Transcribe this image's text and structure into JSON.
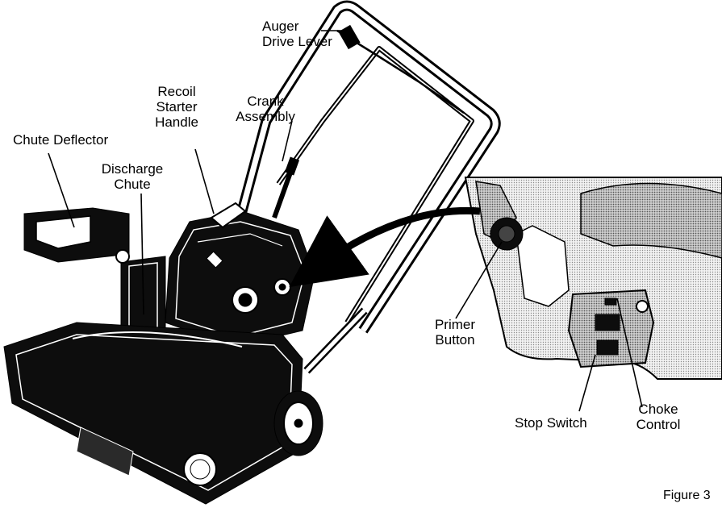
{
  "labels": {
    "auger_drive_lever": [
      "Auger",
      "Drive Lever"
    ],
    "recoil_starter_handle": [
      "Recoil",
      "Starter",
      "Handle"
    ],
    "crank_assembly": [
      "Crank",
      "Assembly"
    ],
    "chute_deflector": "Chute Deflector",
    "discharge_chute": [
      "Discharge",
      "Chute"
    ],
    "primer_button": [
      "Primer",
      "Button"
    ],
    "stop_switch": "Stop Switch",
    "choke_control": [
      "Choke",
      "Control"
    ]
  },
  "figure_caption": "Figure 3"
}
